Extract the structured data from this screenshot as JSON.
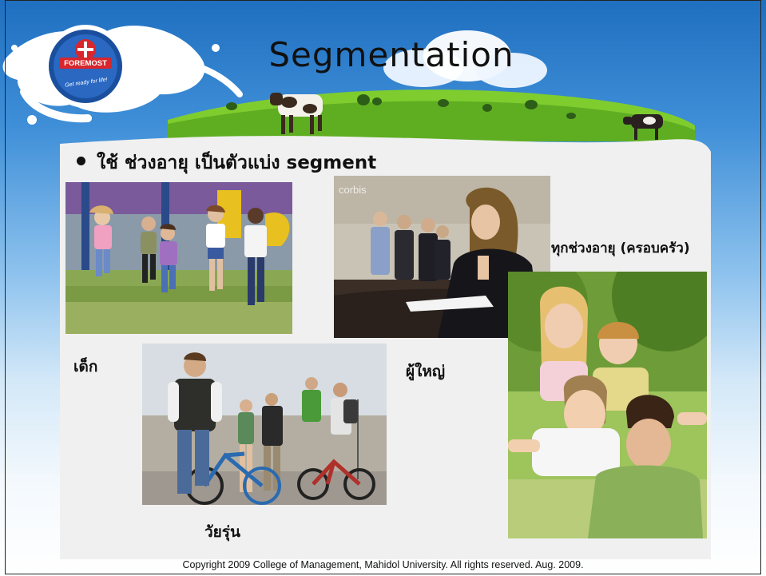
{
  "slide": {
    "title": "Segmentation",
    "bullet": "ใช้ ช่วงอายุ เป็นตัวแบ่ง segment",
    "labels": {
      "kids": "เด็ก",
      "teens": "วัยรุ่น",
      "adults": "ผู้ใหญ่",
      "family": "ทุกช่วงอายุ (ครอบครัว)"
    },
    "photo_watermark": "corbis",
    "copyright": "Copyright 2009 College of Management, Mahidol University. All rights reserved. Aug. 2009."
  },
  "logo": {
    "brand": "FOREMOST",
    "tagline": "Get ready for life!"
  },
  "colors": {
    "sky_top": "#1f6fc0",
    "content_panel": "#f0f0f0",
    "logo_blue": "#1a4f9e",
    "logo_red": "#d8262c",
    "grass": "#6bbf2a"
  }
}
